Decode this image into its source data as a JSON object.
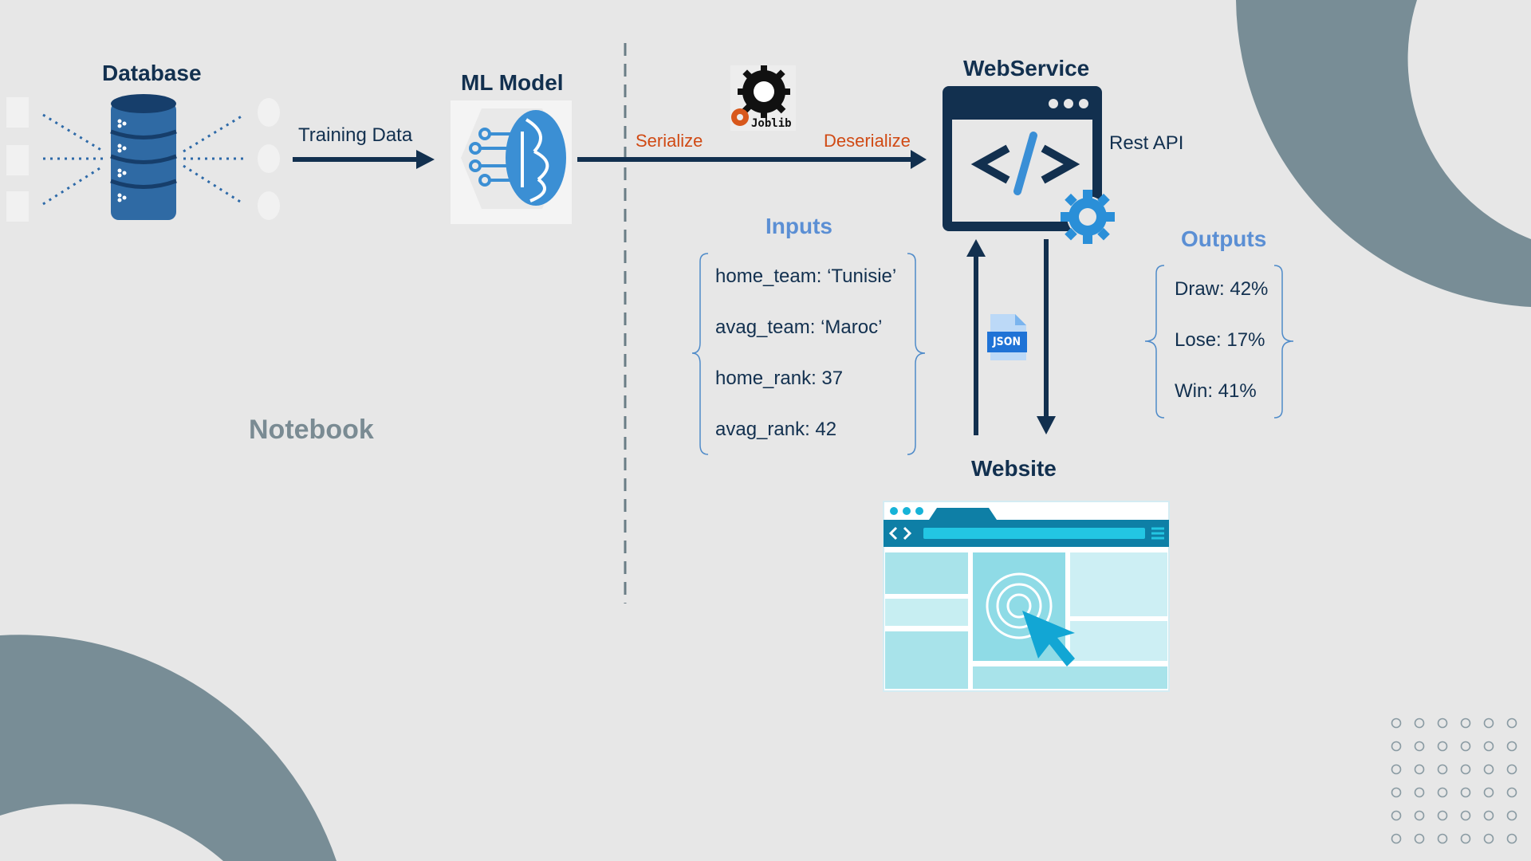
{
  "database": {
    "title": "Database"
  },
  "arrows": {
    "training_data": "Training Data",
    "serialize": "Serialize",
    "deserialize": "Deserialize"
  },
  "ml_model": {
    "title": "ML Model"
  },
  "joblib": {
    "text": "Joblib"
  },
  "webservice": {
    "title": "WebService",
    "code_glyph": "</>",
    "rest_api": "Rest API"
  },
  "notebook": {
    "label": "Notebook"
  },
  "inputs": {
    "title": "Inputs",
    "items": [
      "home_team: ‘Tunisie’",
      "avag_team: ‘Maroc’",
      "home_rank: 37",
      "avag_rank: 42"
    ]
  },
  "outputs": {
    "title": "Outputs",
    "items": [
      "Draw: 42%",
      "Lose: 17%",
      "Win: 41%"
    ]
  },
  "json_badge": "JSON",
  "website": {
    "title": "Website"
  },
  "colors": {
    "navy": "#12304f",
    "accent_blue": "#5b8fd4",
    "orange": "#d04a14",
    "slate": "#788d96",
    "cyan": "#16b3d8"
  }
}
